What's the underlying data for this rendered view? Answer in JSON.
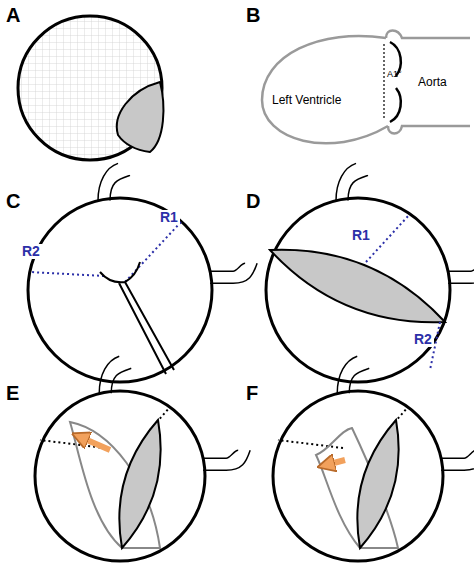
{
  "diagram": {
    "labels": [
      "A",
      "B",
      "C",
      "D",
      "E",
      "F",
      "A1°",
      "Left Ventricle",
      "Aorta",
      "R1",
      "R2",
      "R1",
      "R2"
    ]
  }
}
